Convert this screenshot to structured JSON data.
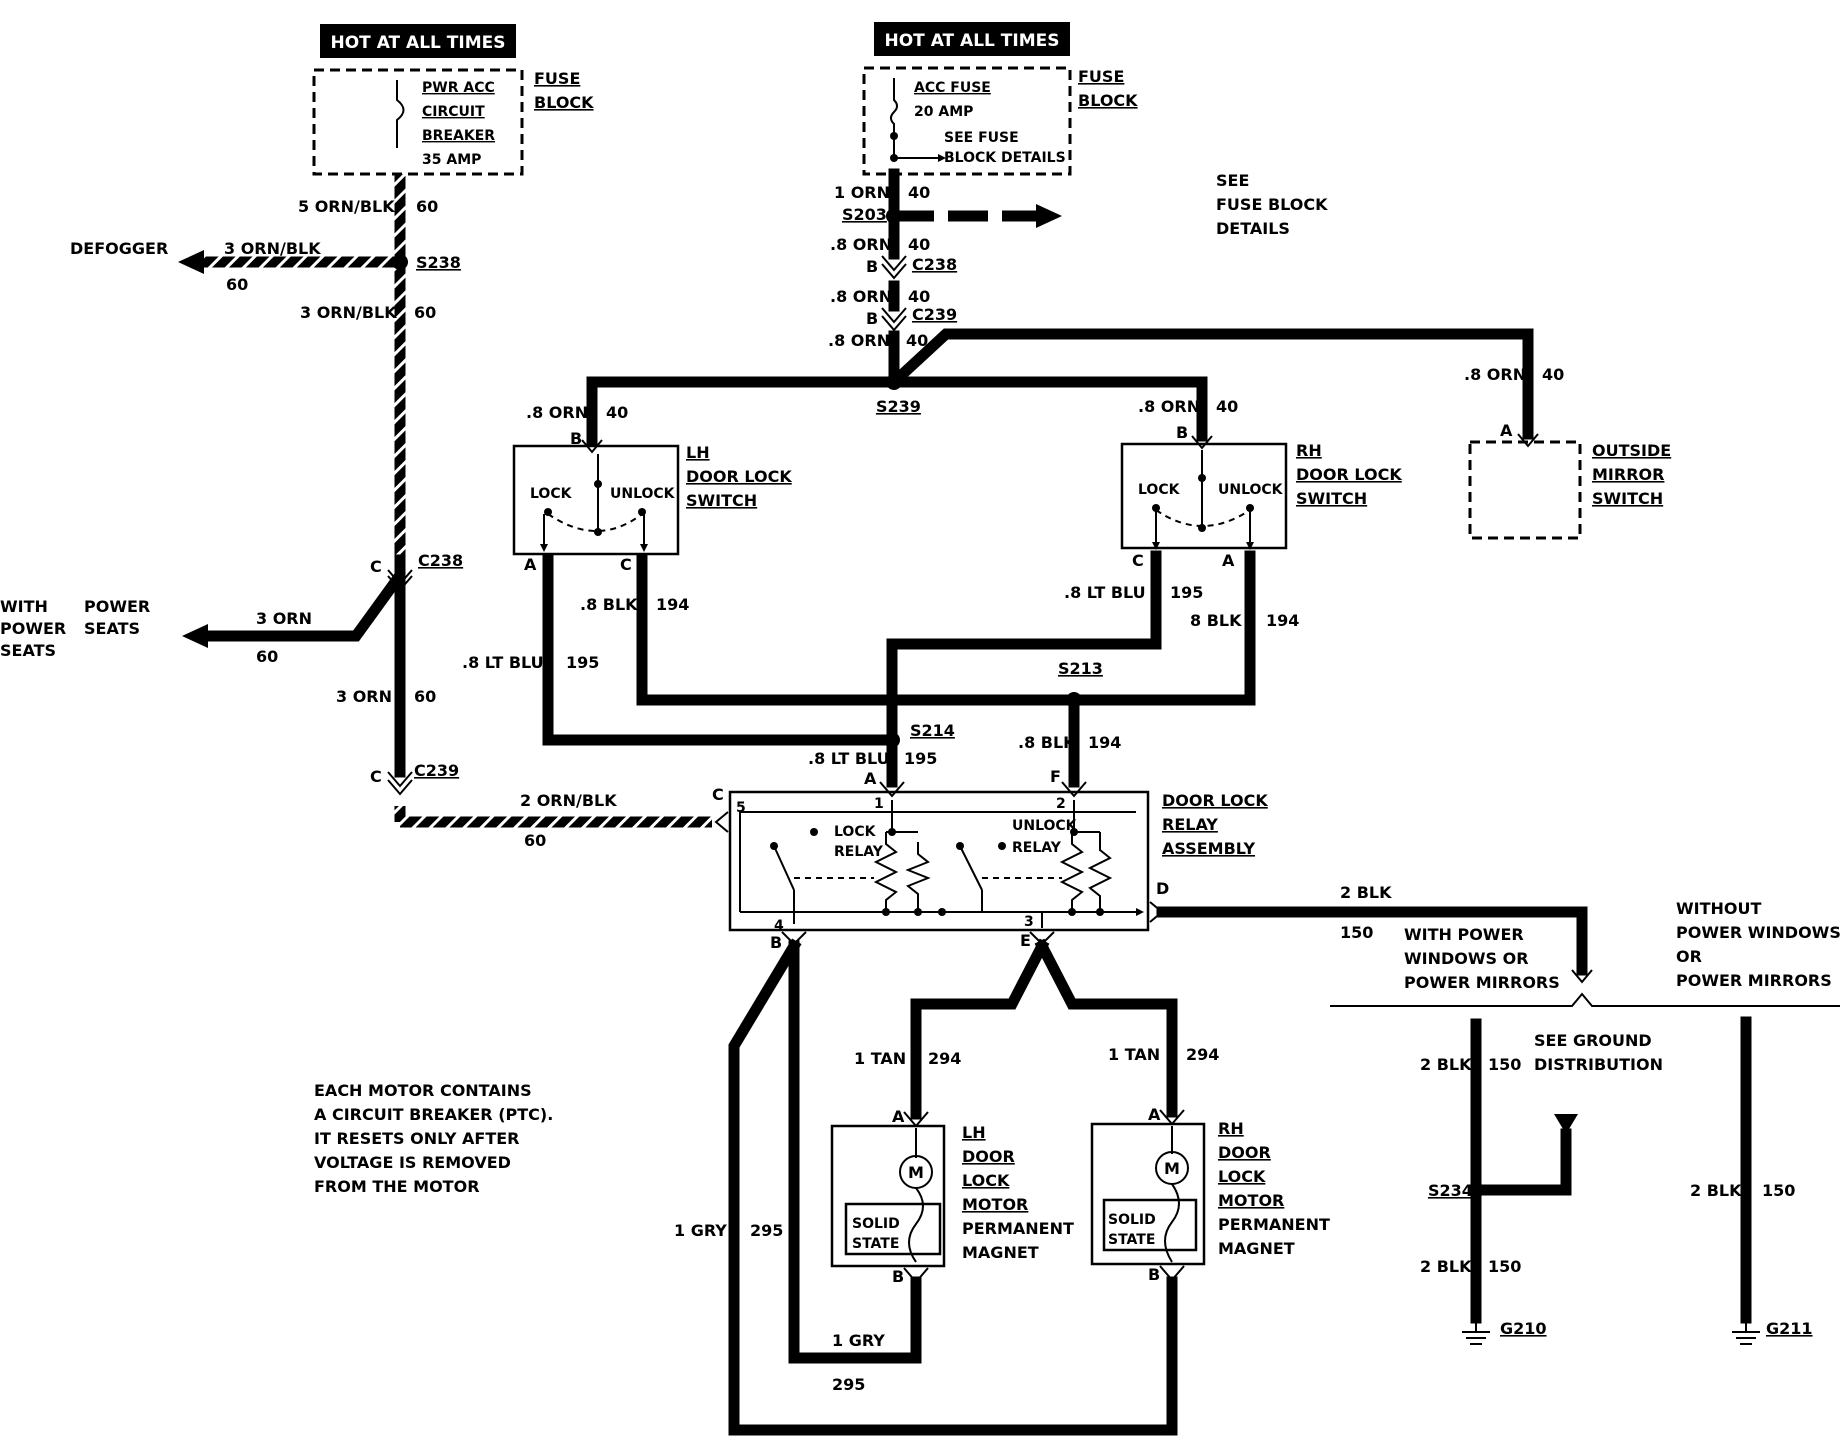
{
  "headers": {
    "hot_at_all_times": "HOT AT ALL TIMES"
  },
  "fuse_blocks": {
    "left": {
      "name_lines": [
        "PWR ACC",
        "CIRCUIT",
        "BREAKER"
      ],
      "rating": "35 AMP",
      "block_label": [
        "FUSE",
        "BLOCK"
      ]
    },
    "right": {
      "name": "ACC FUSE",
      "rating": "20 AMP",
      "details": [
        "SEE FUSE",
        "BLOCK DETAILS"
      ],
      "block_label": [
        "FUSE",
        "BLOCK"
      ]
    }
  },
  "see_fuse_block_details": [
    "SEE",
    "FUSE BLOCK",
    "DETAILS"
  ],
  "destinations": {
    "defogger": "DEFOGGER",
    "power_seats": [
      "WITH",
      "POWER",
      "SEATS"
    ],
    "power_seats_b": "POWER",
    "power_seats_c": "SEATS"
  },
  "splices": {
    "s238": "S238",
    "s203": "S203",
    "s239": "S239",
    "s213": "S213",
    "s214": "S214",
    "s234": "S234"
  },
  "connectors": {
    "c238": "C238",
    "c239": "C239",
    "pin_a": "A",
    "pin_b": "B",
    "pin_c": "C",
    "pin_d": "D",
    "pin_e": "E",
    "pin_f": "F",
    "num_1": "1",
    "num_2": "2",
    "num_3": "3",
    "num_4": "4",
    "num_5": "5"
  },
  "wires": {
    "w1": {
      "color": "5 ORN/BLK",
      "circuit": "60"
    },
    "w2": {
      "color": "3 ORN/BLK",
      "circuit": "60"
    },
    "w3": {
      "color": "3 ORN/BLK",
      "circuit": "60"
    },
    "w4": {
      "color": "3 ORN",
      "circuit": "60"
    },
    "w5": {
      "color": "3 ORN",
      "circuit": "60"
    },
    "w6": {
      "color": "2 ORN/BLK",
      "circuit": "60"
    },
    "w7": {
      "color": "1 ORN",
      "circuit": "40"
    },
    "w8": {
      "color": ".8 ORN",
      "circuit": "40"
    },
    "w9": {
      "color": ".8 ORN",
      "circuit": "40"
    },
    "w10": {
      "color": ".8 ORN",
      "circuit": "40"
    },
    "w11": {
      "color": ".8 ORN",
      "circuit": "40"
    },
    "w12": {
      "color": ".8 ORN",
      "circuit": "40"
    },
    "w13": {
      "color": ".8 ORN",
      "circuit": "40"
    },
    "w14": {
      "color": ".8 LT BLU",
      "circuit": "195"
    },
    "w15": {
      "color": ".8 BLK",
      "circuit": "194"
    },
    "w16": {
      "color": ".8 LT BLU",
      "circuit": "195"
    },
    "w17": {
      "color": "8 BLK",
      "circuit": "194"
    },
    "w18": {
      "color": ".8 LT BLU",
      "circuit": "195"
    },
    "w19": {
      "color": ".8 BLK",
      "circuit": "194"
    },
    "w20": {
      "color": "2 BLK",
      "circuit": "150"
    },
    "w21": {
      "color": "1 TAN",
      "circuit": "294"
    },
    "w22": {
      "color": "1 TAN",
      "circuit": "294"
    },
    "w23": {
      "color": "1 GRY",
      "circuit": "295"
    },
    "w24": {
      "color": "1 GRY",
      "circuit": "295"
    },
    "w25": {
      "color": "2 BLK",
      "circuit": "150"
    },
    "w26": {
      "color": "2 BLK",
      "circuit": "150"
    },
    "w27": {
      "color": "2 BLK",
      "circuit": "150"
    }
  },
  "components": {
    "lh_switch": {
      "lock": "LOCK",
      "unlock": "UNLOCK",
      "label": [
        "LH",
        "DOOR LOCK",
        "SWITCH"
      ]
    },
    "rh_switch": {
      "lock": "LOCK",
      "unlock": "UNLOCK",
      "label": [
        "RH",
        "DOOR LOCK",
        "SWITCH"
      ]
    },
    "mirror_switch": {
      "label": [
        "OUTSIDE",
        "MIRROR",
        "SWITCH"
      ]
    },
    "relay_assembly": {
      "label": [
        "DOOR LOCK",
        "RELAY",
        "ASSEMBLY"
      ],
      "lock_relay": [
        "LOCK",
        "RELAY"
      ],
      "unlock_relay": [
        "UNLOCK",
        "RELAY"
      ]
    },
    "lh_motor": {
      "label": [
        "LH",
        "DOOR",
        "LOCK",
        "MOTOR"
      ],
      "extra": [
        "PERMANENT",
        "MAGNET"
      ],
      "solid_state": [
        "SOLID",
        "STATE"
      ],
      "m": "M"
    },
    "rh_motor": {
      "label": [
        "RH",
        "DOOR",
        "LOCK",
        "MOTOR"
      ],
      "extra": [
        "PERMANENT",
        "MAGNET"
      ],
      "solid_state": [
        "SOLID",
        "STATE"
      ],
      "m": "M"
    }
  },
  "ground": {
    "with_power": [
      "WITH POWER",
      "WINDOWS OR",
      "POWER MIRRORS"
    ],
    "without_power": [
      "WITHOUT",
      "POWER WINDOWS",
      "OR",
      "POWER MIRRORS"
    ],
    "see_ground": [
      "SEE GROUND",
      "DISTRIBUTION"
    ],
    "g210": "G210",
    "g211": "G211"
  },
  "note": [
    "EACH MOTOR CONTAINS",
    "A CIRCUIT BREAKER (PTC).",
    "IT RESETS ONLY AFTER",
    "VOLTAGE IS REMOVED",
    "FROM THE MOTOR"
  ]
}
